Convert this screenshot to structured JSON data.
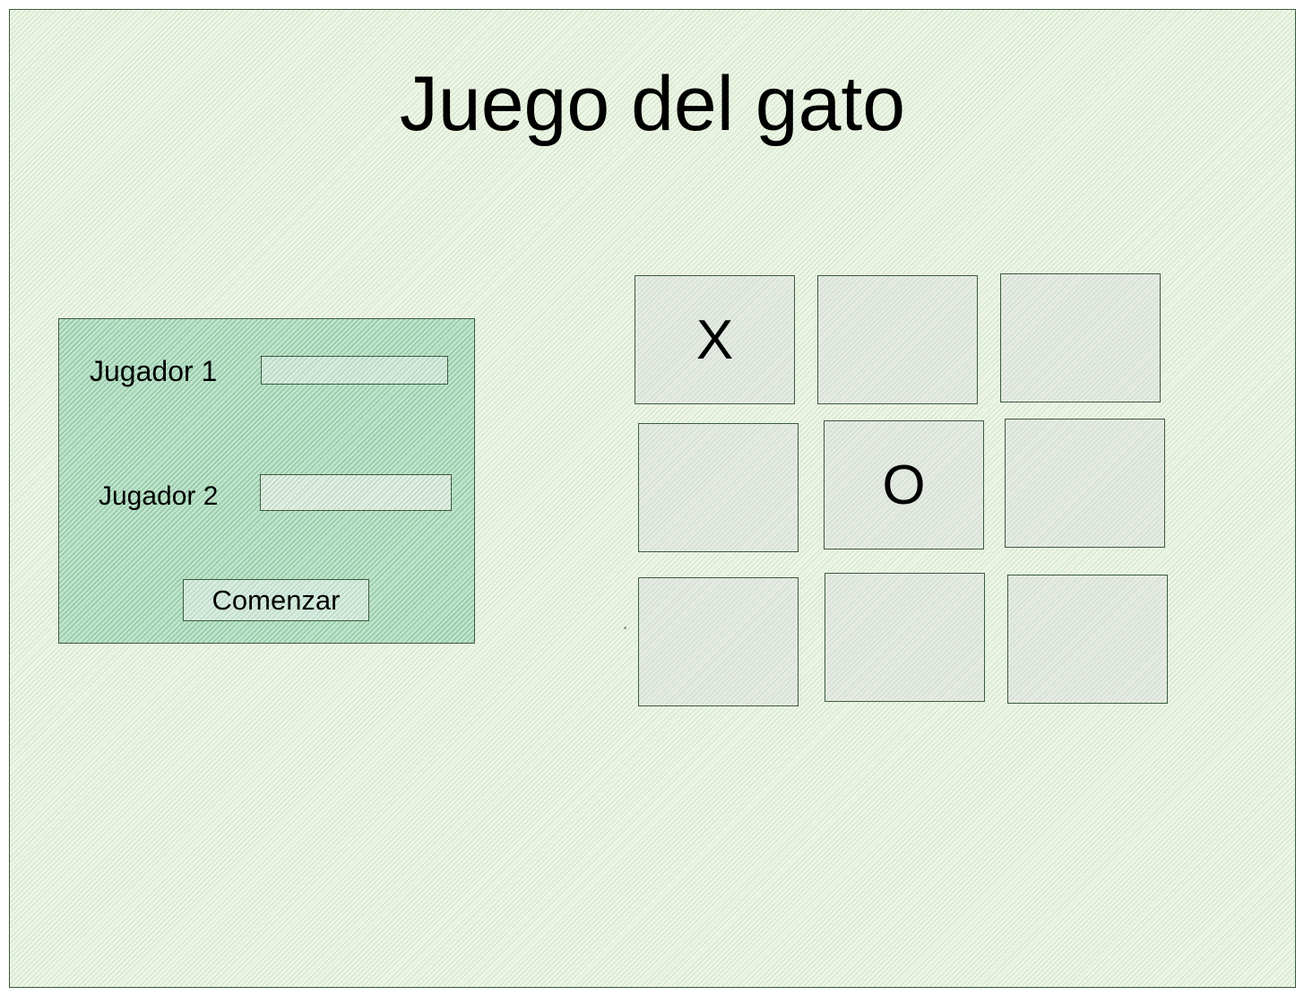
{
  "title": "Juego del gato",
  "setup": {
    "player1_label": "Jugador 1",
    "player1_value": "",
    "player2_label": "Jugador 2",
    "player2_value": "",
    "start_label": "Comenzar"
  },
  "board": {
    "cells": [
      "X",
      "",
      "",
      "",
      "O",
      "",
      "",
      "",
      ""
    ]
  }
}
